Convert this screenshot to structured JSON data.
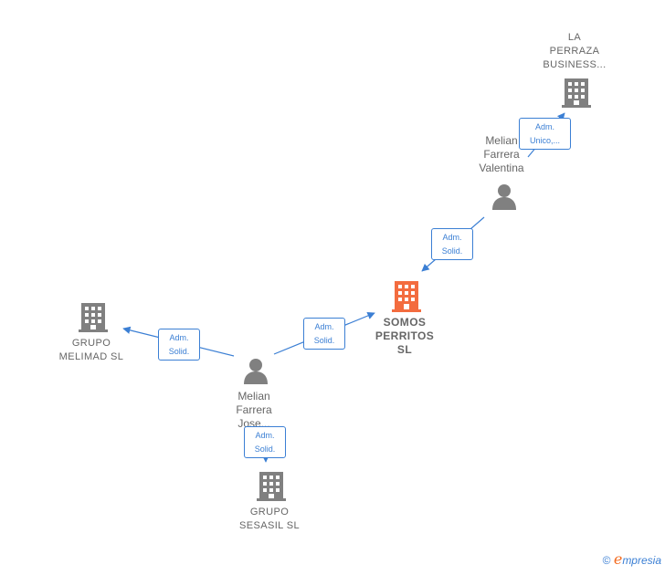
{
  "nodes": {
    "la_perraza": {
      "label": "LA\nPERRAZA\nBUSINESS..."
    },
    "valentina": {
      "label": "Melian\nFarrera\nValentina"
    },
    "somos_perritos": {
      "label": "SOMOS\nPERRITOS\nSL"
    },
    "grupo_melimad": {
      "label": "GRUPO\nMELIMAD  SL"
    },
    "jose": {
      "label": "Melian\nFarrera\nJose..."
    },
    "grupo_sesasil": {
      "label": "GRUPO\nSESASIL  SL"
    }
  },
  "edges": {
    "valentina_perraza": "Adm.\nUnico,...",
    "valentina_somos": "Adm.\nSolid.",
    "jose_somos": "Adm.\nSolid.",
    "jose_melimad": "Adm.\nSolid.",
    "jose_sesasil": "Adm.\nSolid."
  },
  "colors": {
    "edge": "#3b7fd4",
    "company": "#808080",
    "company_main": "#f36c3f",
    "person": "#808080"
  },
  "footer": {
    "copyright": "©",
    "brand_initial": "e",
    "brand_rest": "mpresia"
  }
}
